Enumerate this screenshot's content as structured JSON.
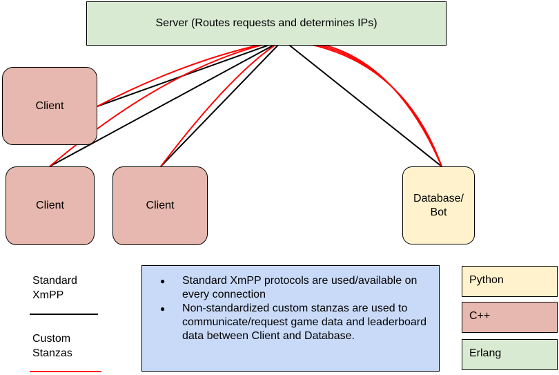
{
  "server": {
    "label": "Server (Routes requests and determines IPs)"
  },
  "clients": [
    {
      "label": "Client"
    },
    {
      "label": "Client"
    },
    {
      "label": "Client"
    }
  ],
  "database": {
    "line1": "Database/",
    "line2": "Bot"
  },
  "legend": {
    "standard_line1": "Standard",
    "standard_line2": "XmPP",
    "standard_color": "#000000",
    "custom_line1": "Custom",
    "custom_line2": "Stanzas",
    "custom_color": "#ff0000"
  },
  "notes": [
    "Standard XmPP protocols are used/available on every connection",
    "Non-standardized custom stanzas are used to communicate/request game data and leaderboard data between Client and Database."
  ],
  "languages": [
    {
      "name": "Python",
      "color": "#fff2cc"
    },
    {
      "name": "C++",
      "color": "#e6b8af"
    },
    {
      "name": "Erlang",
      "color": "#d9ead3"
    }
  ]
}
